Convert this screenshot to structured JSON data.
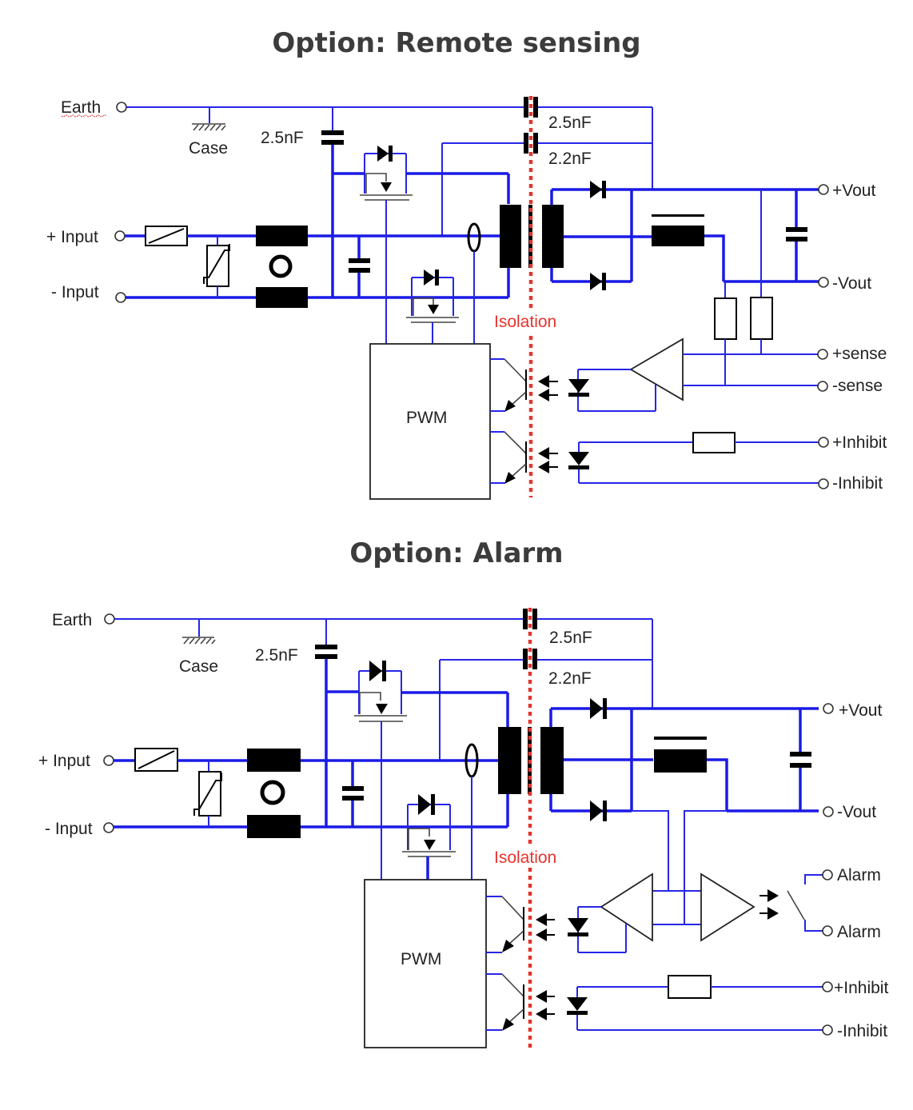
{
  "diagrams": [
    {
      "title": "Option: Remote sensing",
      "labels": {
        "earth": "Earth",
        "case": "Case",
        "cap_input_y": "2.5nF",
        "cap_iso_1": "2.5nF",
        "cap_iso_2": "2.2nF",
        "plus_input": "+ Input",
        "minus_input": "- Input",
        "isolation": "Isolation",
        "pwm": "PWM",
        "plus_vout": "+Vout",
        "minus_vout": "-Vout",
        "plus_sense": "+sense",
        "minus_sense": "-sense",
        "plus_inhibit": "+Inhibit",
        "minus_inhibit": "-Inhibit"
      }
    },
    {
      "title": "Option: Alarm",
      "labels": {
        "earth": "Earth",
        "case": "Case",
        "cap_input_y": "2.5nF",
        "cap_iso_1": "2.5nF",
        "cap_iso_2": "2.2nF",
        "plus_input": "+ Input",
        "minus_input": "- Input",
        "isolation": "Isolation",
        "pwm": "PWM",
        "plus_vout": "+Vout",
        "minus_vout": "-Vout",
        "alarm_1": "Alarm",
        "alarm_2": "Alarm",
        "plus_inhibit": "+Inhibit",
        "minus_inhibit": "-Inhibit"
      }
    }
  ],
  "colors": {
    "wire": "#1a1ae6",
    "isolation": "#e8332e",
    "title_text": "#3c3c3c"
  }
}
